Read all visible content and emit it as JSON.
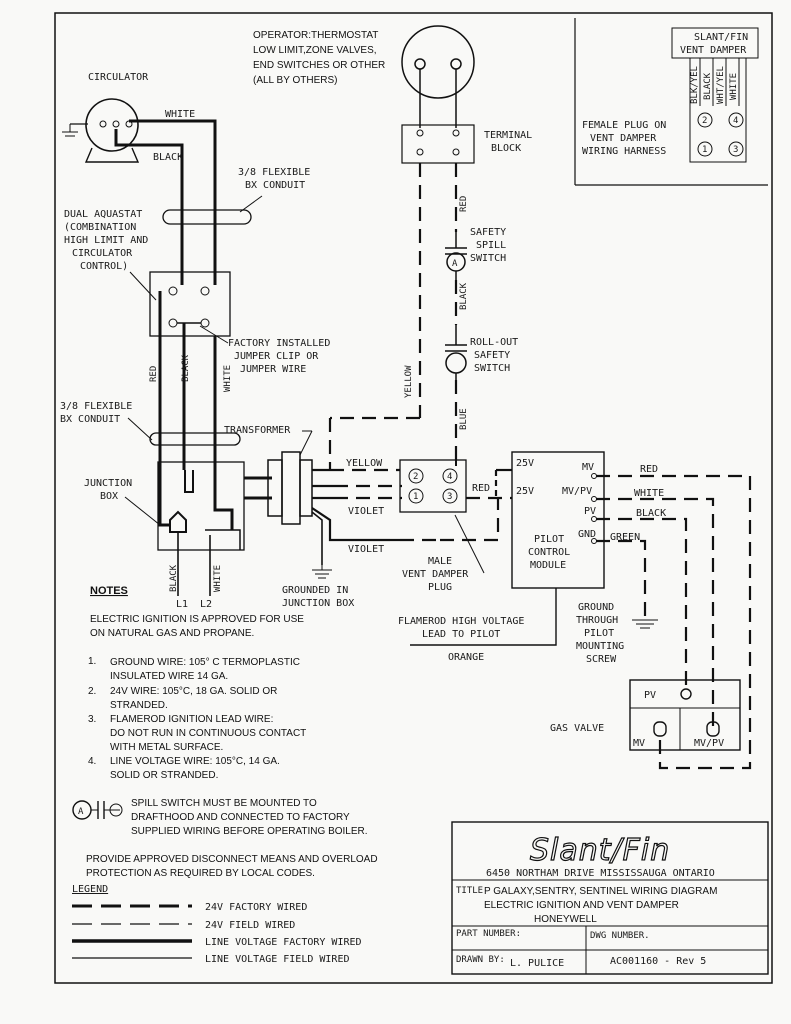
{
  "operator_note": [
    "OPERATOR:THERMOSTAT",
    "LOW LIMIT,ZONE VALVES,",
    "END SWITCHES OR OTHER",
    "(ALL BY OTHERS)"
  ],
  "labels": {
    "circulator": "CIRCULATOR",
    "white": "WHITE",
    "black": "BLACK",
    "conduit_top": [
      "3/8 FLEXIBLE",
      "BX CONDUIT"
    ],
    "dual_aquastat": [
      "DUAL AQUASTAT",
      "(COMBINATION",
      "HIGH LIMIT AND",
      "CIRCULATOR",
      "CONTROL)"
    ],
    "jumper": [
      "FACTORY INSTALLED",
      "JUMPER CLIP OR",
      "JUMPER WIRE"
    ],
    "red": "RED",
    "conduit_mid": [
      "3/8 FLEXIBLE",
      "BX CONDUIT"
    ],
    "transformer": "TRANSFORMER",
    "junction_box": [
      "JUNCTION",
      "BOX"
    ],
    "l1": "L1",
    "l2": "L2",
    "grounded": [
      "GROUNDED IN",
      "JUNCTION BOX"
    ],
    "terminal_block": [
      "TERMINAL",
      "BLOCK"
    ],
    "safety_spill": [
      "SAFETY",
      "SPILL",
      "SWITCH"
    ],
    "roll_out": [
      "ROLL-OUT",
      "SAFETY",
      "SWITCH"
    ],
    "yellow": "YELLOW",
    "blue": "BLUE",
    "violet": "VIOLET",
    "male_plug": [
      "MALE",
      "VENT DAMPER",
      "PLUG"
    ],
    "v25": "25V",
    "mv": "MV",
    "mvpv": "MV/PV",
    "pv": "PV",
    "gnd": "GND",
    "green": "GREEN",
    "pilot_module": [
      "PILOT",
      "CONTROL",
      "MODULE"
    ],
    "ground_screw": [
      "GROUND",
      "THROUGH",
      "PILOT",
      "MOUNTING",
      "SCREW"
    ],
    "flamerod": [
      "FLAMEROD HIGH VOLTAGE",
      "LEAD TO PILOT"
    ],
    "orange": "ORANGE",
    "gas_valve": "GAS VALVE",
    "slant_fin_damper": [
      "SLANT/FIN",
      "VENT DAMPER"
    ],
    "female_plug": [
      "FEMALE PLUG ON",
      "VENT DAMPER",
      "WIRING HARNESS"
    ],
    "harness_wires": [
      "BLK/YEL",
      "BLACK",
      "WHT/YEL",
      "WHITE"
    ],
    "pins": [
      "1",
      "2",
      "3",
      "4"
    ]
  },
  "notes": {
    "heading": "NOTES",
    "intro": [
      "ELECTRIC IGNITION IS APPROVED FOR USE",
      "ON NATURAL GAS AND PROPANE."
    ],
    "items": [
      {
        "num": "1.",
        "lines": [
          "GROUND WIRE: 105° C TERMOPLASTIC",
          "INSULATED WIRE 14 GA."
        ]
      },
      {
        "num": "2.",
        "lines": [
          "24V WIRE: 105°C, 18 GA. SOLID OR",
          "STRANDED."
        ]
      },
      {
        "num": "3.",
        "lines": [
          "FLAMEROD IGNITION LEAD WIRE:",
          "DO NOT RUN IN CONTINUOUS CONTACT",
          "WITH METAL SURFACE."
        ]
      },
      {
        "num": "4.",
        "lines": [
          "LINE VOLTAGE WIRE: 105°C, 14 GA.",
          "SOLID OR STRANDED."
        ]
      }
    ],
    "spill": [
      "SPILL SWITCH MUST BE MOUNTED TO",
      "DRAFTHOOD AND CONNECTED TO FACTORY",
      "SUPPLIED WIRING BEFORE OPERATING BOILER."
    ],
    "disconnect": [
      "PROVIDE APPROVED DISCONNECT MEANS AND OVERLOAD",
      "PROTECTION AS REQUIRED BY LOCAL CODES."
    ]
  },
  "legend": {
    "heading": "LEGEND",
    "items": [
      "24V FACTORY WIRED",
      "24V FIELD WIRED",
      "LINE VOLTAGE FACTORY WIRED",
      "LINE VOLTAGE FIELD WIRED"
    ]
  },
  "title_block": {
    "logo": "Slant/Fin",
    "address": "6450 NORTHAM DRIVE MISSISSAUGA ONTARIO",
    "title_label": "TITLE",
    "title_lines": [
      "P GALAXY,SENTRY, SENTINEL WIRING DIAGRAM",
      "ELECTRIC IGNITION AND VENT DAMPER",
      "HONEYWELL"
    ],
    "part_label": "PART NUMBER:",
    "dwg_label": "DWG NUMBER.",
    "drawn_label": "DRAWN BY:",
    "drawn_by": "L. PULICE",
    "dwg_number": "AC001160  -  Rev 5"
  }
}
